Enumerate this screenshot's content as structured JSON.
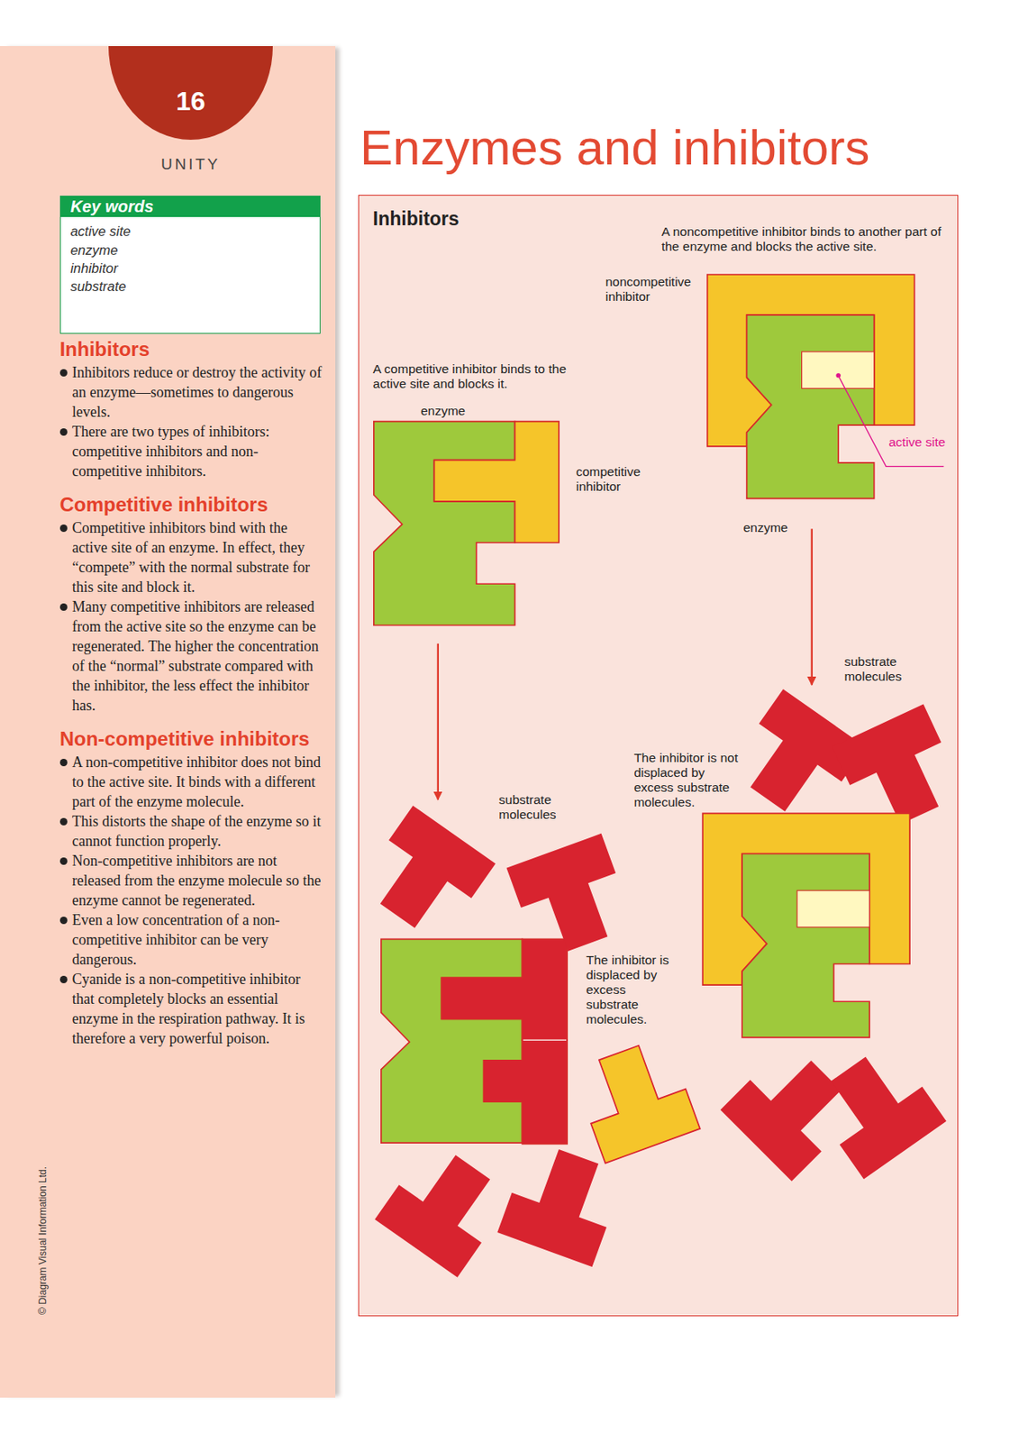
{
  "diagram": {
    "title": "Enzymes and inhibitors",
    "nodes": [
      {
        "text": [
          "UNITY",
          "Inhibitors",
          "Inhibitors reduce or destroy the activity of an enzyme—sometimes to dangerous levels.",
          "There are two types of inhibitors: competitive inhibitors and non-competitive inhibitors.",
          "Competitive inhibitors",
          "Competitive inhibitors bind with the active site of an enzyme. In effect, they “compete” with the normal substrate for this site and block it.",
          "Many competitive inhibitors are released from the active site so the enzyme can be regenerated. The higher the concentration of the “normal” substrate compared with the inhibitor, the less effect the inhibitor has.",
          "Non-competitive inhibitors",
          "A non-competitive inhibitor does not bind to the active site. It binds with a different part of the enzyme molecule.",
          "This distorts the shape of the enzyme so it cannot function properly.",
          "Non-competitive inhibitors are not released from the enzyme molecule so the enzyme cannot be regenerated.",
          "Even a low concentration of a non-competitive inhibitor can be very dangerous.",
          "Cyanide is a non-competitive inhibitor that completely blocks an essential enzyme in the respiration pathway. It is therefore a very powerful poison.",
          "© Diagram Visual Information Ltd."
        ]
      },
      {
        "text": [
          "16"
        ],
        "in": 0
      },
      {
        "text": [
          "Key words",
          "active site",
          "enzyme",
          "inhibitor",
          "substrate"
        ],
        "in": 0
      },
      {
        "text": [
          "Inhibitors",
          "A noncompetitive inhibitor binds to another part of the enzyme and blocks the active site.",
          "noncompetitive inhibitor",
          "A competitive inhibitor binds to the active site and blocks it.",
          "enzyme",
          "competitive inhibitor",
          "enzyme",
          "active site",
          "substrate molecules",
          "The inhibitor is not displaced by excess substrate molecules.",
          "substrate molecules",
          "The inhibitor is displaced by excess substrate molecules."
        ]
      }
    ]
  }
}
